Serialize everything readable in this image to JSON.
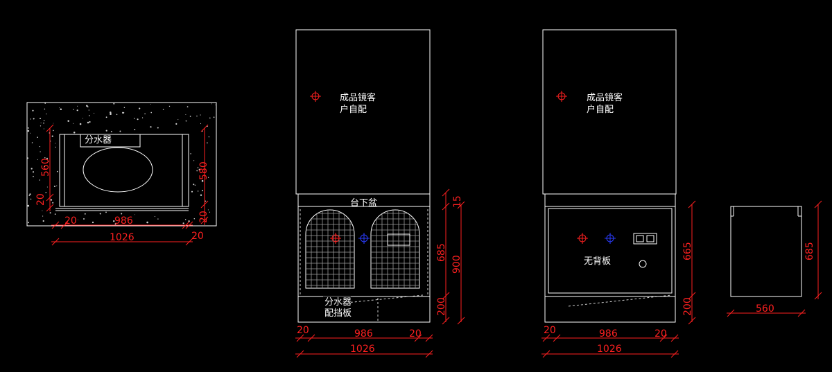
{
  "colors": {
    "background": "#000000",
    "outline": "#ffffff",
    "dimension": "#ff2020",
    "marker_blue": "#2a3cff"
  },
  "plan_view": {
    "label_diverter": "分水器",
    "dims": {
      "left_depth": "560",
      "right_depth": "580",
      "small_left": "20",
      "small_right": "20",
      "inner_width": "986",
      "edge_left": "20",
      "edge_right": "20",
      "overall_width": "1026"
    }
  },
  "front_view_1": {
    "mirror_label_line1": "成品镜客",
    "mirror_label_line2": "户自配",
    "basin_label": "台下盆",
    "diverter_label": "分水器",
    "baffle_label": "配挡板",
    "dims": {
      "top_gap": "15",
      "cabinet_height": "685",
      "total_height": "900",
      "base_height": "200",
      "edge_left": "20",
      "inner_width": "986",
      "edge_right": "20",
      "overall_width": "1026"
    }
  },
  "front_view_2": {
    "mirror_label_line1": "成品镜客",
    "mirror_label_line2": "户自配",
    "no_back_label": "无背板",
    "dims": {
      "cabinet_height": "665",
      "base_height": "200",
      "edge_left": "20",
      "inner_width": "986",
      "edge_right": "20",
      "overall_width": "1026"
    }
  },
  "side_view": {
    "dims": {
      "height": "685",
      "depth": "560"
    }
  }
}
